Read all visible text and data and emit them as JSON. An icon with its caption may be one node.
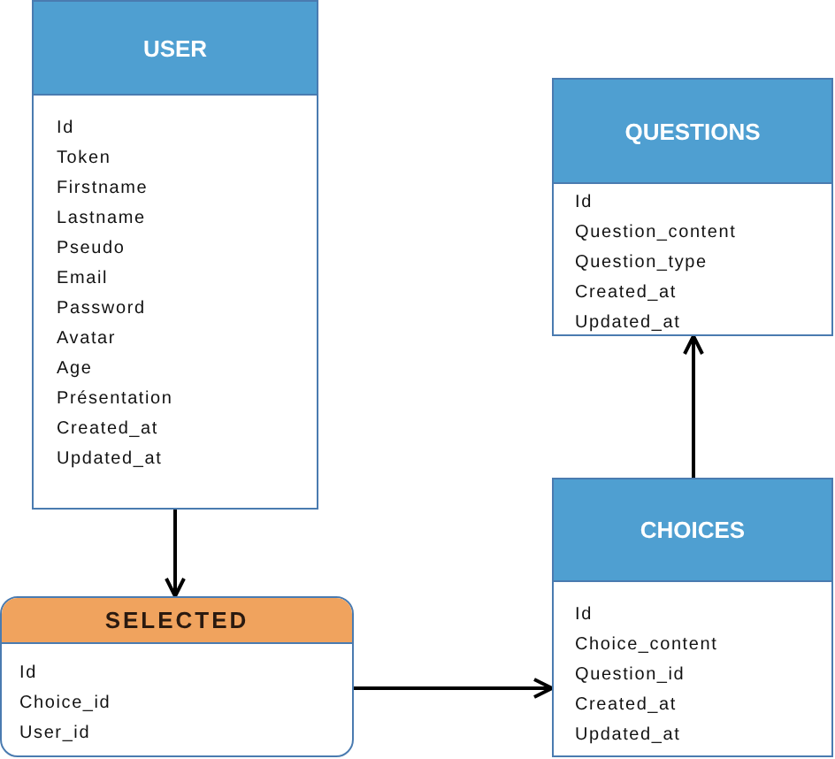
{
  "diagram": {
    "nodes": [
      {
        "text": [
          "USER",
          "Id",
          "Token",
          "Firstname",
          "Lastname",
          "Pseudo",
          "Email",
          "Password",
          "Avatar",
          "Age",
          "Présentation",
          "Created_at",
          "Updated_at"
        ]
      },
      {
        "text": [
          "QUESTIONS",
          "Id",
          "Question_content",
          "Question_type",
          "Created_at",
          "Updated_at"
        ]
      },
      {
        "text": [
          "SELECTED",
          "Id",
          "Choice_id",
          "User_id"
        ]
      },
      {
        "text": [
          "CHOICES",
          "Id",
          "Choice_content",
          "Question_id",
          "Created_at",
          "Updated_at"
        ]
      }
    ],
    "edges": [
      {
        "from": 0,
        "to": 2,
        "arrow": "to"
      },
      {
        "from": 2,
        "to": 3,
        "arrow": "to"
      },
      {
        "from": 3,
        "to": 1,
        "arrow": "to"
      }
    ]
  }
}
